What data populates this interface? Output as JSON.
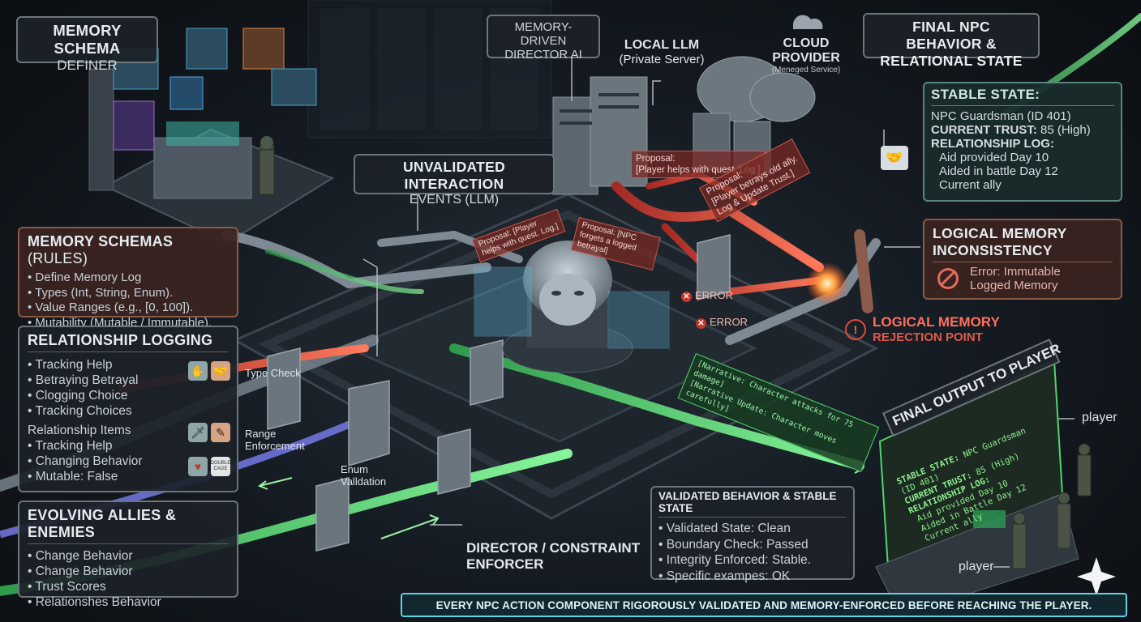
{
  "schema_definer": {
    "line1": "MEMORY SCHEMA",
    "line2": "DEFINER"
  },
  "director_ai": {
    "line1": "MEMORY-DRIVEN",
    "line2": "DIRECTOR AI"
  },
  "local_llm": {
    "title": "LOCAL LLM",
    "sub": "(Private Server)"
  },
  "cloud": {
    "line1": "CLOUD",
    "line2": "PROVIDER",
    "sub": "(Meneged Service)"
  },
  "final_behavior": {
    "line1": "FINAL NPC BEHAVIOR &",
    "line2": "RELATIONAL STATE"
  },
  "stable_state": {
    "title": "STABLE STATE:",
    "npc": "NPC Guardsman (ID 401)",
    "trust_label": "CURRENT TRUST:",
    "trust_value": "85 (High)",
    "log_label": "RELATIONSHIP LOG:",
    "log_items": [
      "Aid provided Day 10",
      "Aided in battle Day 12",
      "Current ally"
    ]
  },
  "unvalidated": {
    "line1": "UNVALIDATED INTERACTION",
    "line2": "EVENTS (LLM)"
  },
  "schemas_rules": {
    "title": "MEMORY SCHEMAS",
    "title_thin": "(RULES)",
    "items": [
      "Define Memory Log",
      "Types (Int, String, Enum).",
      "Value Ranges (e.g., [0, 100]).",
      "Mutability (Mutable / Immutable)."
    ]
  },
  "relationship_logging": {
    "title": "RELATIONSHIP LOGGING",
    "items": [
      "Tracking Help",
      "Betraying Betrayal",
      "Clogging Choice",
      "Tracking Choices"
    ],
    "subhead": "Relationship Items",
    "items2": [
      "Tracking Help",
      "Changing Behavior",
      "Mutable: False"
    ],
    "badge_text": "DOUBLE CAGE"
  },
  "evolving": {
    "title": "EVOLVING ALLIES & ENEMIES",
    "items": [
      "Change Behavior",
      "Change Behavior",
      "Trust Scores",
      "Relationshes Behavior"
    ]
  },
  "logical_inconsistency": {
    "line1": "LOGICAL MEMORY",
    "line2": "INCONSISTENCY",
    "error_line1": "Error: Immutable",
    "error_line2": "Logged Memory"
  },
  "rejection": {
    "line1": "LOGICAL MEMORY",
    "line2": "REJECTION POINT"
  },
  "checks": {
    "type_check": "Type Check",
    "range1": "Range",
    "range2": "Enforcement",
    "enum1": "Enum",
    "enum2": "Valldation"
  },
  "errors": [
    "ERROR",
    "ERROR"
  ],
  "proposals": {
    "p1_line1": "Proposal:",
    "p1_line2": "[Player helps with quest. Log.]",
    "p2_line1": "Proposal:",
    "p2_line2": "[Player betrays old ally.",
    "p2_line3": "Log & Update Trust.]",
    "p3": "Proposal: [Player helps with quest. Log.]",
    "p4": "Proposal: [NPC forgets a logged betrayal]"
  },
  "narrative": {
    "line1": "[Narrative: Character attacks for 75 damage]",
    "line2": "[Narrative Update: Character moves carefully]"
  },
  "director": {
    "line1": "DIRECTOR / CONSTRAINT",
    "line2": "ENFORCER"
  },
  "validated": {
    "title": "VALIDATED BEHAVIOR & STABLE STATE",
    "items": [
      {
        "label": "Validated State:",
        "value": "Clean"
      },
      {
        "label": "Boundary Check:",
        "value": "Passed"
      },
      {
        "label": "Integrity Enforced:",
        "value": "Stable."
      },
      {
        "label": "Specific exampes:",
        "value": "OK"
      }
    ]
  },
  "final_output": {
    "title": "FINAL OUTPUT TO PLAYER",
    "state_label": "STABLE STATE:",
    "state_value": "NPC Guardsman (ID 401)",
    "trust_label": "CURRENT TRUST:",
    "trust_value": "85 (High)",
    "log_label": "RELATIONSHIP LOG:",
    "log_items": [
      "Aid provided Day 10",
      "Aided in Battle Day 12",
      "Current ally"
    ]
  },
  "player_labels": [
    "player",
    "player"
  ],
  "banner": "EVERY NPC ACTION COMPONENT RIGOROUSLY VALIDATED AND MEMORY-ENFORCED BEFORE REACHING THE PLAYER.",
  "colors": {
    "valid_green": "#4fd66a",
    "reject_red": "#e0483c",
    "neutral_pipe": "#7d8a94",
    "warm_panel": "#3a2420",
    "banner_cyan": "#5fd2e6"
  }
}
